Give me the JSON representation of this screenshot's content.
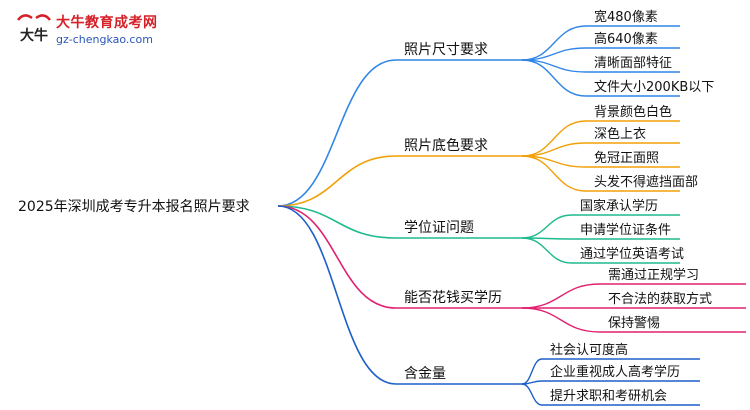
{
  "logo": {
    "title": "大牛教育成考网",
    "url": "gz-chengkao.com",
    "mark_text": "大牛"
  },
  "mindmap": {
    "root": "2025年深圳成考专升本报名照片要求",
    "branches": [
      {
        "label": "照片尺寸要求",
        "color": "#2f86e6",
        "items": [
          "宽480像素",
          "高640像素",
          "清晰面部特征",
          "文件大小200KB以下"
        ]
      },
      {
        "label": "照片底色要求",
        "color": "#f2a007",
        "items": [
          "背景颜色白色",
          "深色上衣",
          "免冠正面照",
          "头发不得遮挡面部"
        ]
      },
      {
        "label": "学位证问题",
        "color": "#1fba8e",
        "items": [
          "国家承认学历",
          "申请学位证条件",
          "通过学位英语考试"
        ]
      },
      {
        "label": "能否花钱买学历",
        "color": "#e0206f",
        "items": [
          "需通过正规学习",
          "不合法的获取方式",
          "保持警惕"
        ]
      },
      {
        "label": "含金量",
        "color": "#1f5fc9",
        "items": [
          "社会认可度高",
          "企业重视成人高考学历",
          "提升求职和考研机会"
        ]
      }
    ]
  }
}
